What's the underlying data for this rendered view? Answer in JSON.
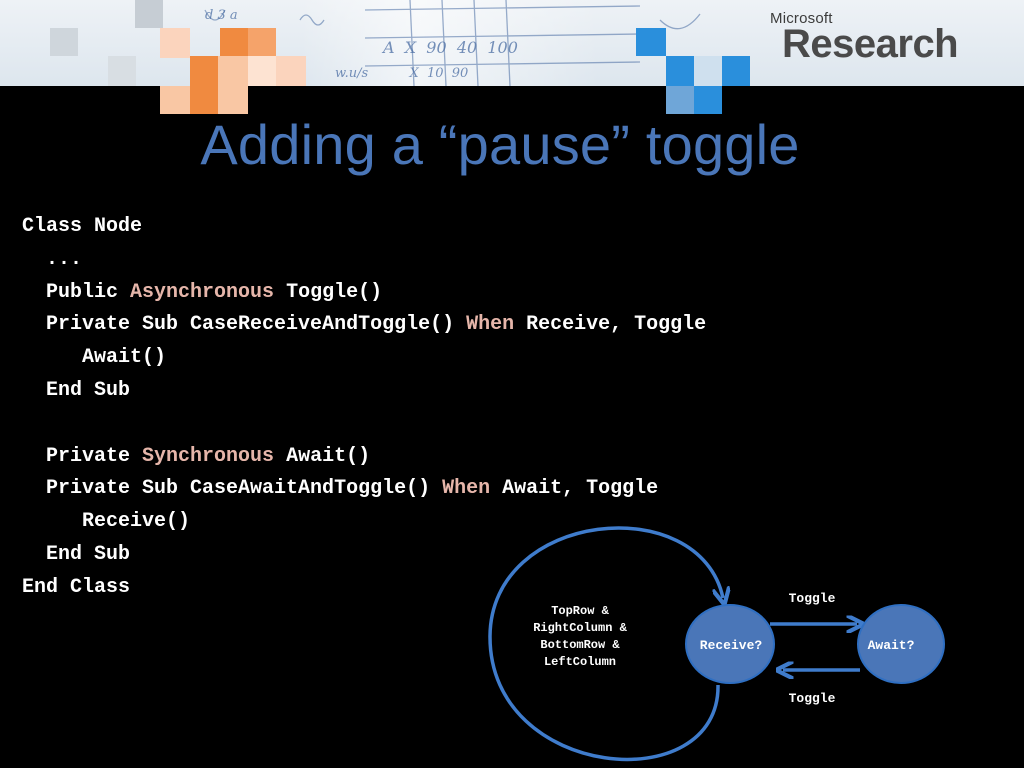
{
  "logo": {
    "small": "Microsoft",
    "big": "Research"
  },
  "title": "Adding a “pause” toggle",
  "colors": {
    "title": "#4a76b8",
    "keyword": "#e6b6aa",
    "node_fill": "#4a76b8",
    "node_stroke": "#2f6fc2",
    "arrow": "#3f7ccc",
    "orange_tile": "#f08a40",
    "blue_tile": "#2a8fdc"
  },
  "code_lines": [
    {
      "indent": "",
      "parts": [
        {
          "t": "Class Node"
        }
      ]
    },
    {
      "indent": "  ",
      "parts": [
        {
          "t": "..."
        }
      ]
    },
    {
      "indent": "  ",
      "parts": [
        {
          "t": "Public "
        },
        {
          "t": "Asynchronous",
          "kw": true
        },
        {
          "t": " Toggle()"
        }
      ]
    },
    {
      "indent": "  ",
      "parts": [
        {
          "t": "Private Sub CaseReceiveAndToggle() "
        },
        {
          "t": "When",
          "kw": true
        },
        {
          "t": " Receive, Toggle"
        }
      ]
    },
    {
      "indent": "     ",
      "parts": [
        {
          "t": "Await()"
        }
      ]
    },
    {
      "indent": "  ",
      "parts": [
        {
          "t": "End Sub"
        }
      ]
    },
    {
      "indent": "",
      "parts": [
        {
          "t": ""
        }
      ]
    },
    {
      "indent": "  ",
      "parts": [
        {
          "t": "Private "
        },
        {
          "t": "Synchronous",
          "kw": true
        },
        {
          "t": " Await()"
        }
      ]
    },
    {
      "indent": "  ",
      "parts": [
        {
          "t": "Private Sub CaseAwaitAndToggle() "
        },
        {
          "t": "When",
          "kw": true
        },
        {
          "t": " Await, Toggle"
        }
      ]
    },
    {
      "indent": "     ",
      "parts": [
        {
          "t": "Receive()"
        }
      ]
    },
    {
      "indent": "  ",
      "parts": [
        {
          "t": "End Sub"
        }
      ]
    },
    {
      "indent": "",
      "parts": [
        {
          "t": "End Class"
        }
      ]
    }
  ],
  "diagram": {
    "loop_label": [
      "TopRow &",
      "RightColumn &",
      "BottomRow &",
      "LeftColumn"
    ],
    "nodes": {
      "receive": "Receive?",
      "await": "Await?"
    },
    "edges": {
      "top": "Toggle",
      "bottom": "Toggle"
    }
  }
}
